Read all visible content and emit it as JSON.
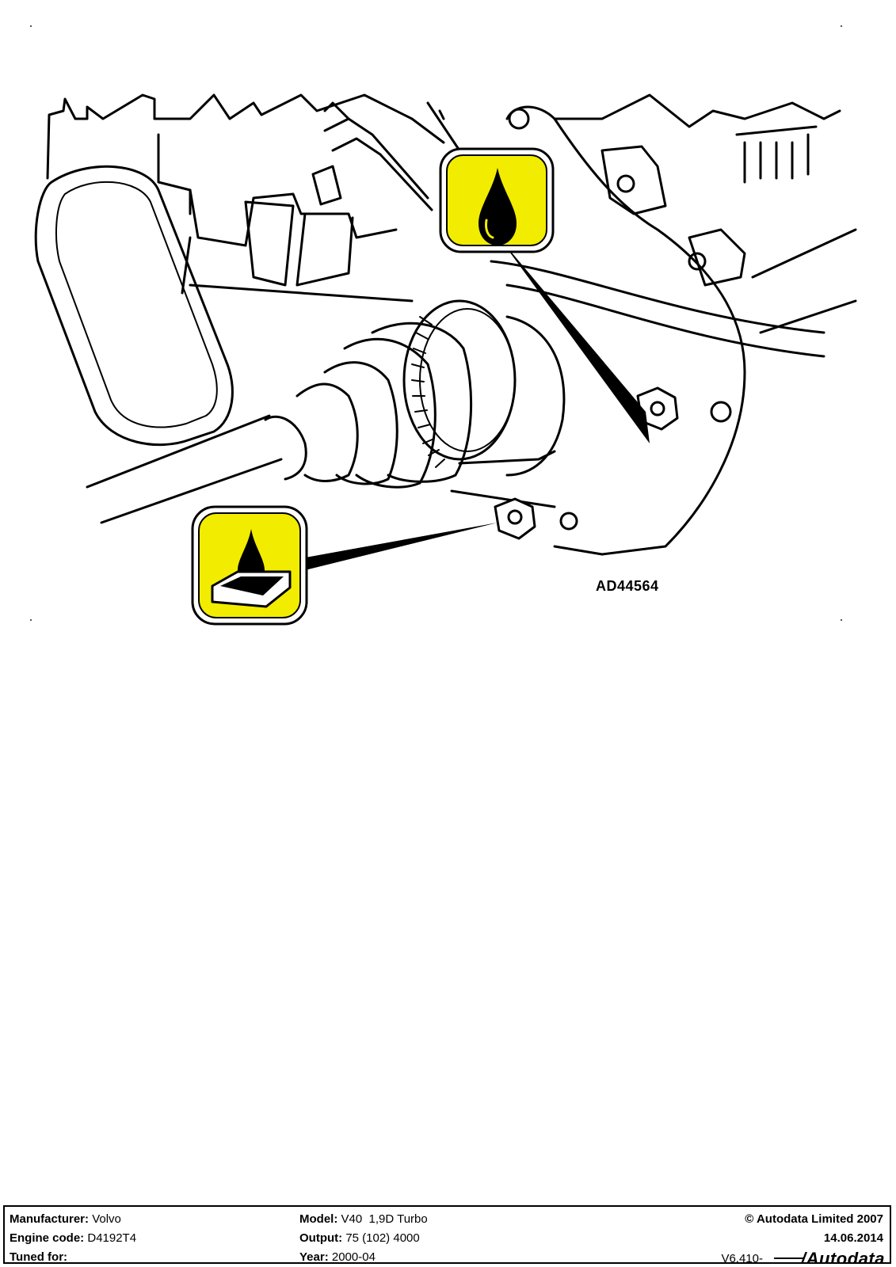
{
  "figure": {
    "id_label": "AD44564",
    "callouts": [
      {
        "icon": "oil-drop-icon",
        "meaning": "fill"
      },
      {
        "icon": "oil-drain-icon",
        "meaning": "drain"
      }
    ],
    "colors": {
      "callout_fill": "#f2ec00",
      "line": "#000000"
    }
  },
  "footer": {
    "manufacturer_label": "Manufacturer:",
    "manufacturer_value": "Volvo",
    "engine_code_label": "Engine code:",
    "engine_code_value": "D4192T4",
    "tuned_for_label": "Tuned for:",
    "tuned_for_value": "",
    "model_label": "Model:",
    "model_value": "V40  1,9D Turbo",
    "output_label": "Output:",
    "output_value": "75 (102) 4000",
    "year_label": "Year:",
    "year_value": "2000-04",
    "copyright": "© Autodata Limited 2007",
    "date": "14.06.2014",
    "ref": "V6.410-",
    "logo": "/Autodata"
  }
}
